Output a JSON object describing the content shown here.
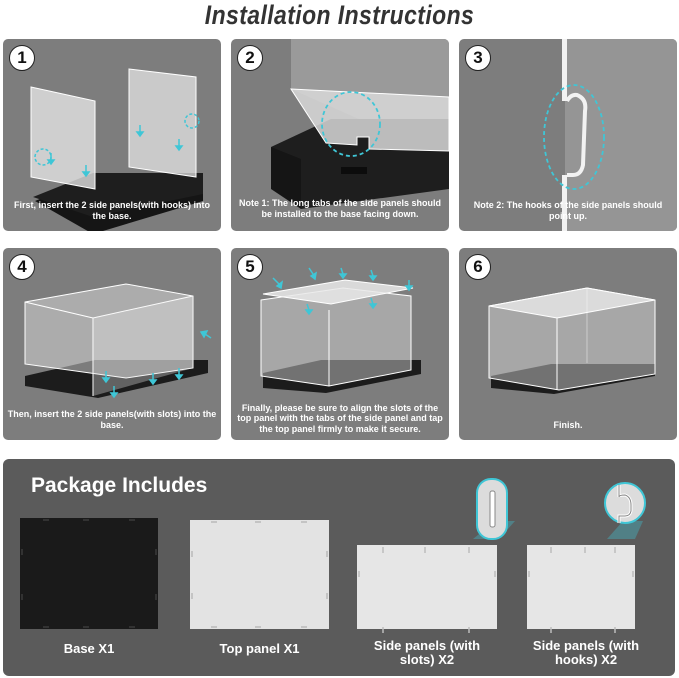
{
  "title": "Installation Instructions",
  "steps": [
    {
      "number": "1",
      "caption": "First, insert the 2 side panels(with hooks) into the base."
    },
    {
      "number": "2",
      "caption": "Note 1: The long tabs of the side panels should be installed to the base facing down."
    },
    {
      "number": "3",
      "caption": "Note 2: The hooks of the side panels should point up."
    },
    {
      "number": "4",
      "caption": "Then, insert the 2 side panels(with slots) into the base."
    },
    {
      "number": "5",
      "caption": "Finally, please be sure to align the slots of the top panel with the tabs of the side panel and tap the top panel firmly to make it secure."
    },
    {
      "number": "6",
      "caption": "Finish."
    }
  ],
  "package": {
    "title": "Package Includes",
    "items": [
      {
        "label": "Base X1"
      },
      {
        "label": "Top panel X1"
      },
      {
        "label": "Side panels (with slots) X2"
      },
      {
        "label": "Side panels (with hooks) X2"
      }
    ]
  },
  "colors": {
    "panel_bg": "#7d7d7d",
    "package_bg": "#5b5b5b",
    "accent": "#3fc6d6",
    "base": "#1b1b1b"
  }
}
